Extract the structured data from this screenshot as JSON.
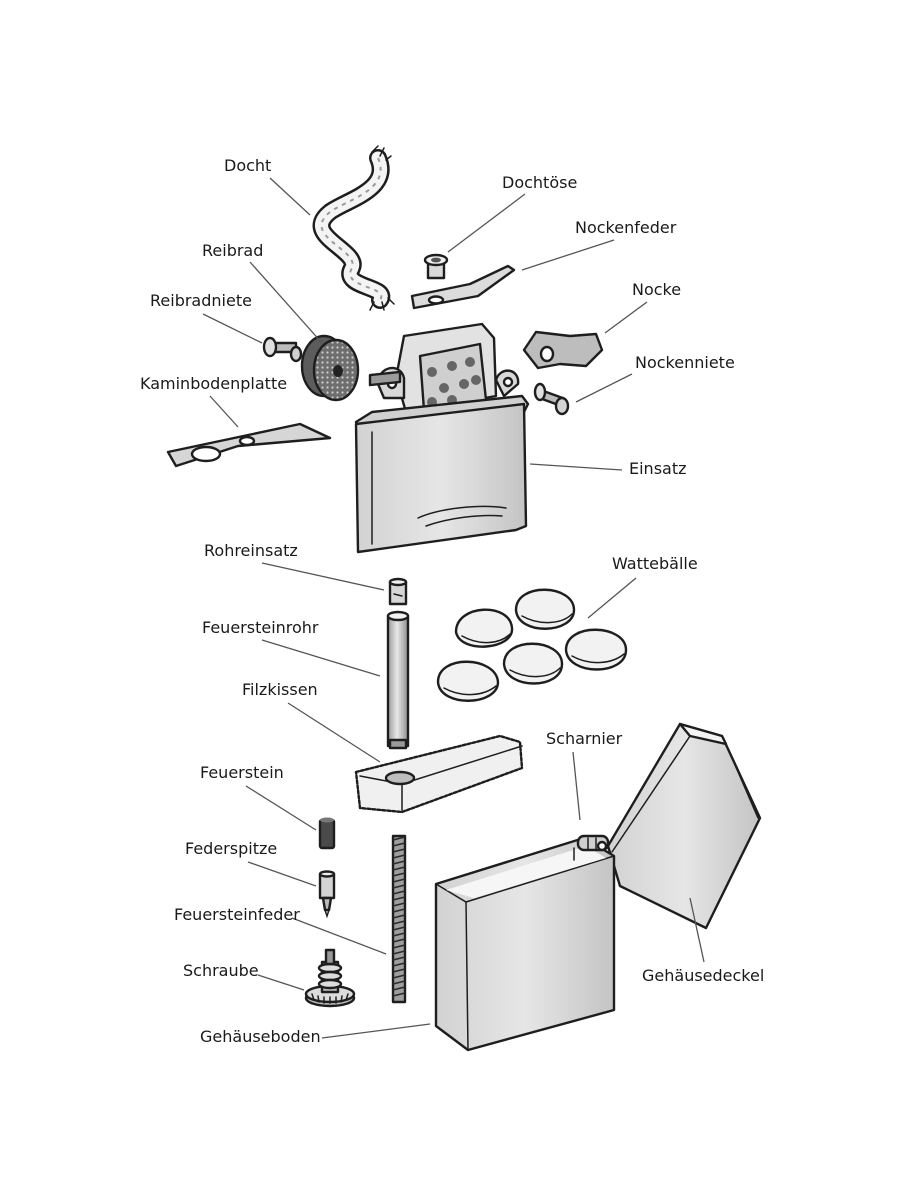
{
  "labels": {
    "docht": "Docht",
    "dochtoese": "Dochtöse",
    "nockenfeder": "Nockenfeder",
    "reibrad": "Reibrad",
    "nocke": "Nocke",
    "reibradniete": "Reibradniete",
    "nockenniete": "Nockenniete",
    "kaminbodenplatte": "Kaminbodenplatte",
    "einsatz": "Einsatz",
    "rohreinsatz": "Rohreinsatz",
    "watteballe": "Wattebälle",
    "feuersteinrohr": "Feuersteinrohr",
    "filzkissen": "Filzkissen",
    "scharnier": "Scharnier",
    "feuerstein": "Feuerstein",
    "federspitze": "Federspitze",
    "feuersteinfeder": "Feuersteinfeder",
    "schraube": "Schraube",
    "gehaeusedeckel": "Gehäusedeckel",
    "gehaeuseboden": "Gehäuseboden"
  },
  "colors": {
    "metal_light": "#e0e0e0",
    "metal_mid": "#bdbdbd",
    "metal_dark": "#8a8a8a",
    "outline": "#1e1e1e",
    "cotton": "#f2f2f2",
    "flint": "#4a4a4a"
  }
}
